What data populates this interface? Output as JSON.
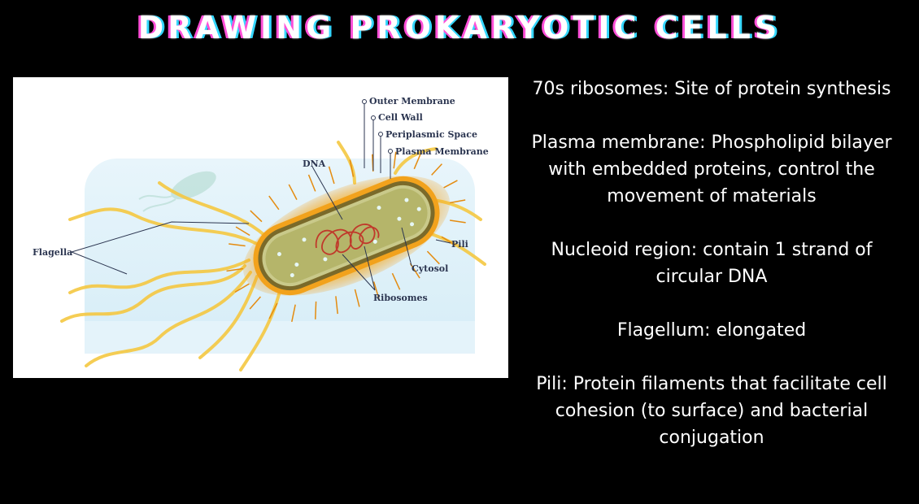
{
  "title": "DRAWING PROKARYOTIC CELLS",
  "diagram": {
    "labels": {
      "outer_membrane": "Outer Membrane",
      "cell_wall": "Cell Wall",
      "periplasmic_space": "Periplasmic Space",
      "plasma_membrane": "Plasma Membrane",
      "dna": "DNA",
      "flagella": "Flagella",
      "pili": "Pili",
      "cytosol": "Cytosol",
      "ribosomes": "Ribosomes"
    }
  },
  "notes": [
    "70s ribosomes: Site of protein synthesis",
    "Plasma membrane: Phospholipid bilayer with embedded proteins, control the movement of materials",
    "Nucleoid region: contain 1 strand of circular DNA",
    "Flagellum: elongated",
    "Pili: Protein filaments that facilitate cell cohesion (to surface) and bacterial conjugation"
  ],
  "colors": {
    "background": "#000000",
    "title_pink": "#ff4fd8",
    "title_cyan": "#35d7ff",
    "cell_orange": "#f2a21c",
    "cytoplasm": "#b5b56a",
    "dna_red": "#c0392b",
    "flagella_yellow": "#f5c842"
  }
}
